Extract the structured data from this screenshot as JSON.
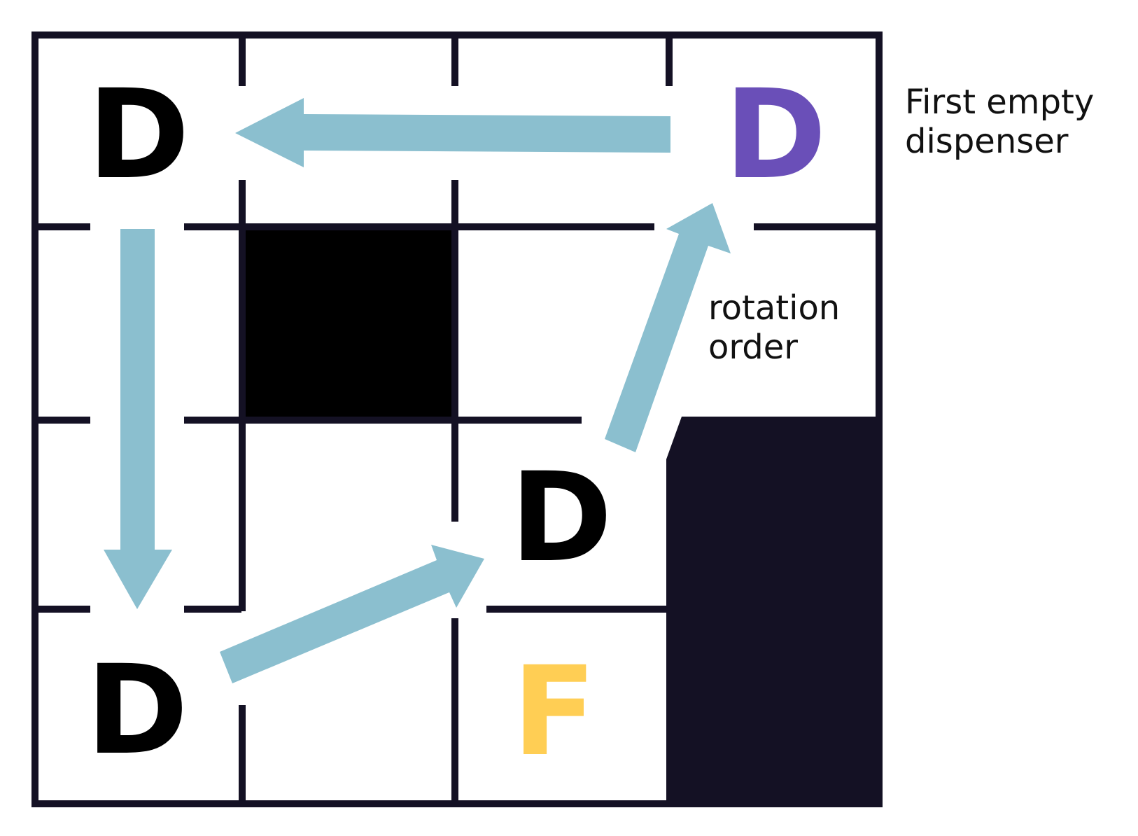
{
  "grid": {
    "rows": 4,
    "cols": 4
  },
  "cells": [
    {
      "letter": "D",
      "row": 0,
      "col": 0,
      "color": "#000000"
    },
    {
      "letter": "D",
      "row": 0,
      "col": 3,
      "color": "#6a4fb8"
    },
    {
      "letter": "D",
      "row": 2,
      "col": 2,
      "color": "#000000"
    },
    {
      "letter": "D",
      "row": 3,
      "col": 0,
      "color": "#000000"
    },
    {
      "letter": "F",
      "row": 3,
      "col": 2,
      "color": "#ffce54"
    }
  ],
  "blocked": [
    {
      "row": 1,
      "col": 1,
      "color": "#000000"
    },
    {
      "row": 2,
      "col": 3,
      "color": "#141124"
    },
    {
      "row": 3,
      "col": 3,
      "color": "#141124"
    }
  ],
  "labels": {
    "first_empty_line1": "First empty",
    "first_empty_line2": "dispenser",
    "rotation_line1": "rotation",
    "rotation_line2": "order"
  },
  "colors": {
    "grid_line": "#141124",
    "arrow": "#8bbfcf",
    "highlight_dispenser": "#6a4fb8",
    "fuel": "#ffce54"
  },
  "arrows": [
    {
      "from": "dispenser-top-right",
      "to": "dispenser-top-left"
    },
    {
      "from": "dispenser-top-left",
      "to": "dispenser-bottom-left"
    },
    {
      "from": "dispenser-bottom-left",
      "to": "dispenser-middle"
    },
    {
      "from": "dispenser-middle",
      "to": "dispenser-top-right"
    }
  ]
}
